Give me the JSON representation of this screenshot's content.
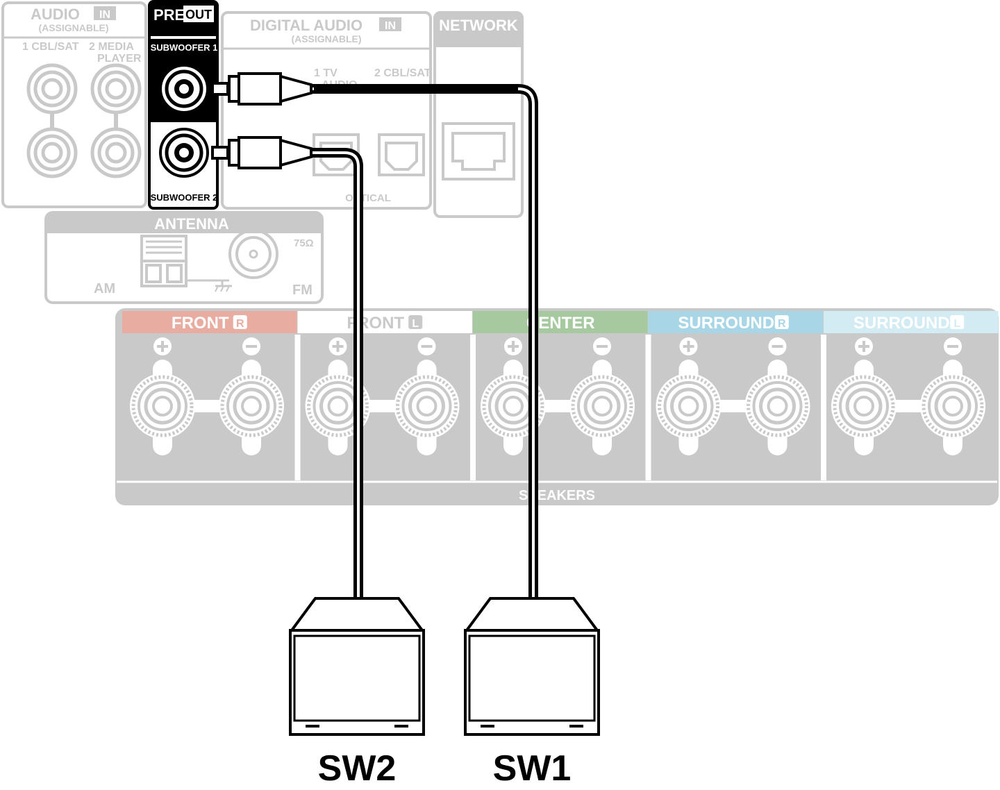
{
  "audio_in": {
    "title": "AUDIO",
    "badge": "IN",
    "subtitle": "(ASSIGNABLE)",
    "input1": "1 CBL/SAT",
    "input2_line1": "2 MEDIA",
    "input2_line2": "PLAYER"
  },
  "pre_out": {
    "title": "PRE",
    "badge": "OUT",
    "subwoofer1": "SUBWOOFER 1",
    "subwoofer2": "SUBWOOFER 2"
  },
  "digital_audio_in": {
    "title": "DIGITAL AUDIO",
    "badge": "IN",
    "subtitle": "(ASSIGNABLE)",
    "input1_line1": "1  TV",
    "input1_line2": "AUDIO",
    "input2": "2 CBL/SAT",
    "footer": "OPTICAL"
  },
  "network": {
    "title": "NETWORK"
  },
  "antenna": {
    "title": "ANTENNA",
    "am": "AM",
    "fm": "FM",
    "impedance": "75Ω"
  },
  "speakers": {
    "footer": "SPEAKERS",
    "plus": "+",
    "minus": "−",
    "channels": [
      {
        "label": "FRONT",
        "badge": "R",
        "color": "#e8ada0"
      },
      {
        "label": "FRONT",
        "badge": "L",
        "color": "#ffffff"
      },
      {
        "label": "CENTER",
        "badge": "",
        "color": "#a6c9a0"
      },
      {
        "label": "SURROUND",
        "badge": "R",
        "color": "#a8d6e6"
      },
      {
        "label": "SURROUND",
        "badge": "L",
        "color": "#d3ebf2"
      }
    ]
  },
  "subwoofers": {
    "sw1": "SW1",
    "sw2": "SW2"
  },
  "colors": {
    "panel_gray": "#c9c9c9",
    "cable": "#000000",
    "front_r": "#e8ada0",
    "center": "#a6c9a0",
    "surround_r": "#a8d6e6",
    "surround_l": "#d3ebf2"
  }
}
